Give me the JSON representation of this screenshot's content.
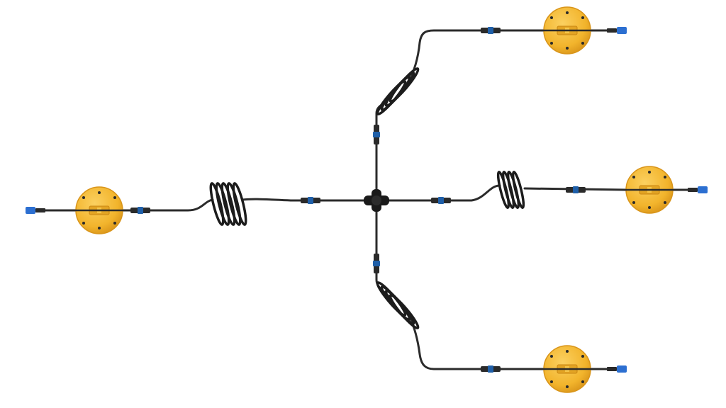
{
  "scene": {
    "background": "#ffffff",
    "colors": {
      "cable": "#2b2b2b",
      "coil": "#1c1c1c",
      "connector_body": "#2a2a2a",
      "connector_band": "#1f5fa8",
      "connector_tip": "#2c6fd1",
      "disc_fill": "#f2b42c",
      "disc_edge": "#d9951a",
      "disc_highlight": "#fbd060",
      "bolt": "#2a2a2a",
      "hub": "#1a1a1a"
    },
    "items": {
      "hub": "cable-tee-junction",
      "discs": [
        "disc-left",
        "disc-top-right",
        "disc-middle-right",
        "disc-bottom-right"
      ],
      "coils": [
        "coil-left",
        "coil-up",
        "coil-right",
        "coil-down"
      ]
    }
  }
}
